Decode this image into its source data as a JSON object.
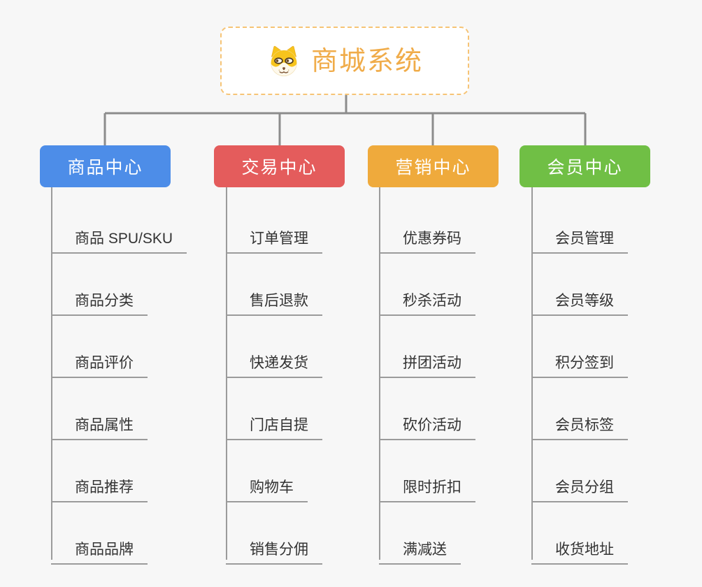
{
  "canvas": {
    "background": "#f7f7f7",
    "connector_color": "#8c8c8c",
    "underline_color": "#9b9b9b"
  },
  "root": {
    "title": "商城系统",
    "icon": "shiba-dog-icon",
    "title_color": "#f0ac4a",
    "border_color": "#f6c476"
  },
  "branches": [
    {
      "label": "商品中心",
      "color": "#4d8de8",
      "items": [
        "商品 SPU/SKU",
        "商品分类",
        "商品评价",
        "商品属性",
        "商品推荐",
        "商品品牌"
      ]
    },
    {
      "label": "交易中心",
      "color": "#e45c5c",
      "items": [
        "订单管理",
        "售后退款",
        "快递发货",
        "门店自提",
        "购物车",
        "销售分佣"
      ]
    },
    {
      "label": "营销中心",
      "color": "#efaa3c",
      "items": [
        "优惠券码",
        "秒杀活动",
        "拼团活动",
        "砍价活动",
        "限时折扣",
        "满减送"
      ]
    },
    {
      "label": "会员中心",
      "color": "#70bf45",
      "items": [
        "会员管理",
        "会员等级",
        "积分签到",
        "会员标签",
        "会员分组",
        "收货地址"
      ]
    }
  ]
}
